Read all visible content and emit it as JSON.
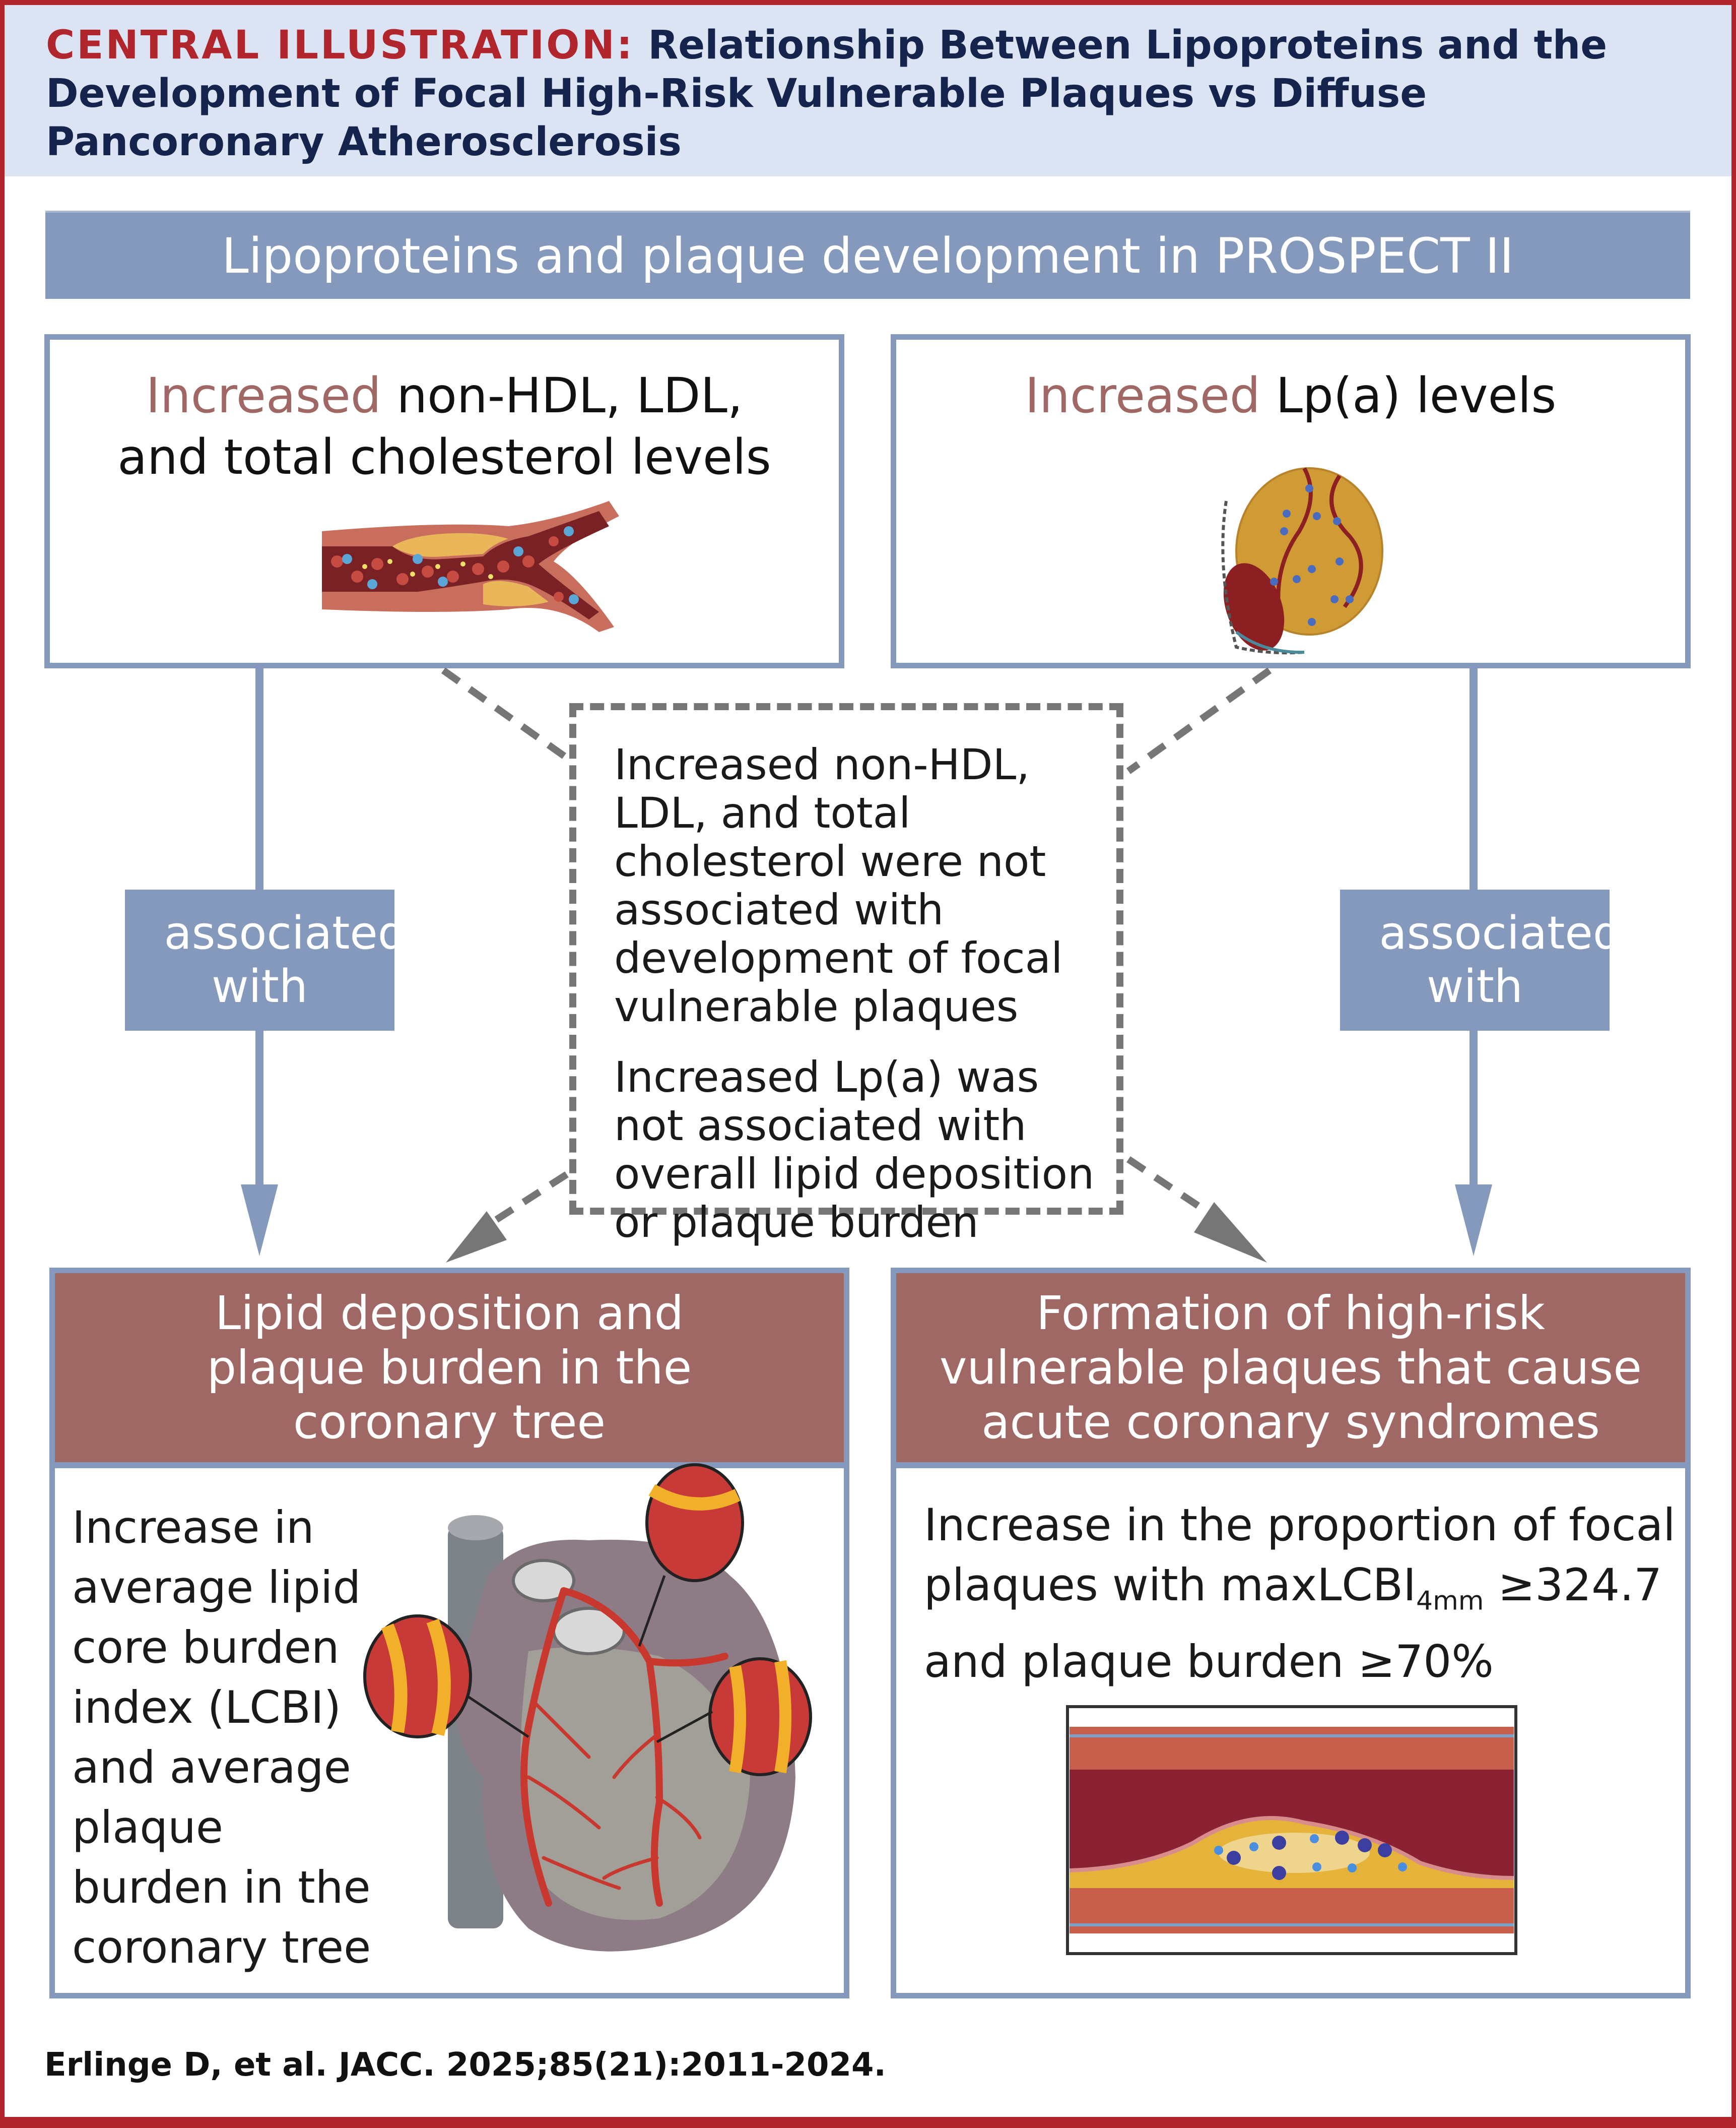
{
  "header": {
    "label": "CENTRAL ILLUSTRATION:",
    "title": "Relationship Between Lipoproteins and the Development of Focal High-Risk Vulnerable Plaques vs Diffuse Pancoronary Atherosclerosis"
  },
  "title_bar": "Lipoproteins and plaque development in PROSPECT II",
  "top_left": {
    "emphasis": "Increased",
    "line1_rest": " non-HDL, LDL,",
    "line2": "and total cholesterol levels",
    "illustration": "artery-with-lipoproteins-illustration"
  },
  "top_right": {
    "emphasis": "Increased",
    "rest": " Lp(a) levels",
    "illustration": "lipoprotein-a-particle-illustration"
  },
  "center_note": {
    "paragraph1": "Increased non-HDL, LDL, and total cholesterol were not associated with development of focal vulnerable plaques",
    "paragraph2": "Increased Lp(a) was not associated with overall lipid deposition or plaque burden"
  },
  "connectors": {
    "left_label": "associated with",
    "right_label": "associated with"
  },
  "bottom_left": {
    "heading": "Lipid deposition and plaque burden in the coronary tree",
    "body": "Increase in average lipid core burden index (LCBI) and average plaque burden in the coronary tree",
    "illustration": "heart-coronary-tree-illustration"
  },
  "bottom_right": {
    "heading": "Formation of high-risk vulnerable plaques that cause acute coronary syndromes",
    "body_pre": "Increase in the proportion of focal plaques with maxLCBI",
    "body_sub": "4mm",
    "body_post": " ≥324.7 and plaque burden ≥70%",
    "illustration": "vulnerable-plaque-cross-section-illustration"
  },
  "citation": "Erlinge D, et al. JACC. 2025;85(21):2011-2024.",
  "colors": {
    "frame_red": "#b0262c",
    "header_bg": "#dce3f3",
    "header_text": "#14244d",
    "steel_blue": "#8599bd",
    "mauve": "#a06865",
    "dash_grey": "#767676"
  }
}
